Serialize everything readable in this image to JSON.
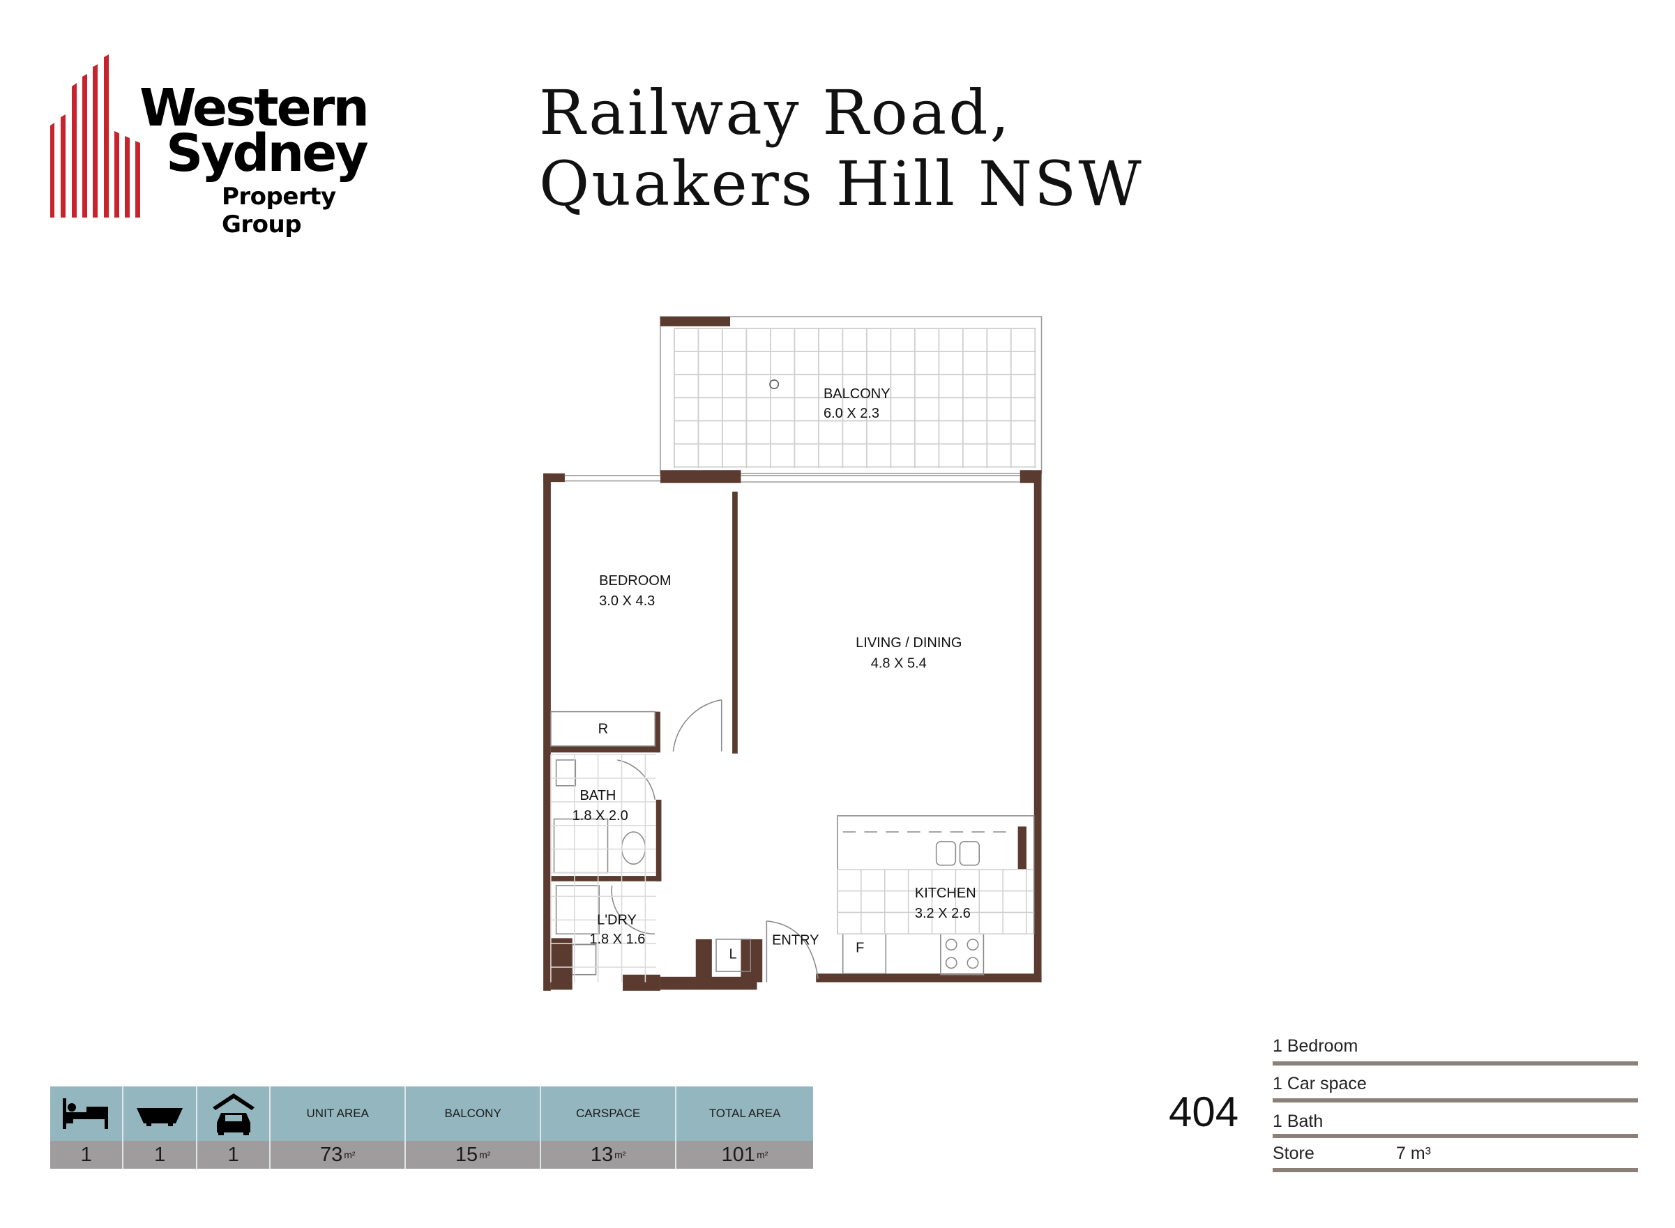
{
  "brand": {
    "name_line1": "Western",
    "name_line2": "Sydney",
    "name_line3": "Property Group",
    "accent_color": "#c8232c"
  },
  "header": {
    "title_line1": "Railway Road,",
    "title_line2": "Quakers Hill NSW"
  },
  "floorplan": {
    "rooms": [
      {
        "name": "BALCONY",
        "size": "6.0 X 2.3"
      },
      {
        "name": "BEDROOM",
        "size": "3.0 X 4.3"
      },
      {
        "name": "LIVING / DINING",
        "size": "4.8 X 5.4"
      },
      {
        "name": "BATH",
        "size": "1.8 X 2.0"
      },
      {
        "name": "L'DRY",
        "size": "1.8 X 1.6"
      },
      {
        "name": "KITCHEN",
        "size": "3.2 X 2.6"
      }
    ],
    "labels": {
      "robe": "R",
      "linen": "L",
      "fridge": "F",
      "entry": "ENTRY"
    },
    "wall_color": "#5b3b2f"
  },
  "stats": {
    "icons": [
      "bed-icon",
      "bath-icon",
      "garage-car-icon"
    ],
    "bedrooms": "1",
    "bathrooms": "1",
    "carspaces": "1",
    "columns": [
      {
        "label": "UNIT AREA",
        "value": "73",
        "unit": "m²"
      },
      {
        "label": "BALCONY",
        "value": "15",
        "unit": "m²"
      },
      {
        "label": "CARSPACE",
        "value": "13",
        "unit": "m²"
      },
      {
        "label": "TOTAL AREA",
        "value": "101",
        "unit": "m²"
      }
    ]
  },
  "unit": {
    "number": "404",
    "features": [
      "1 Bedroom",
      "1 Car space",
      "1 Bath"
    ],
    "store_label": "Store",
    "store_value": "7 m³"
  }
}
